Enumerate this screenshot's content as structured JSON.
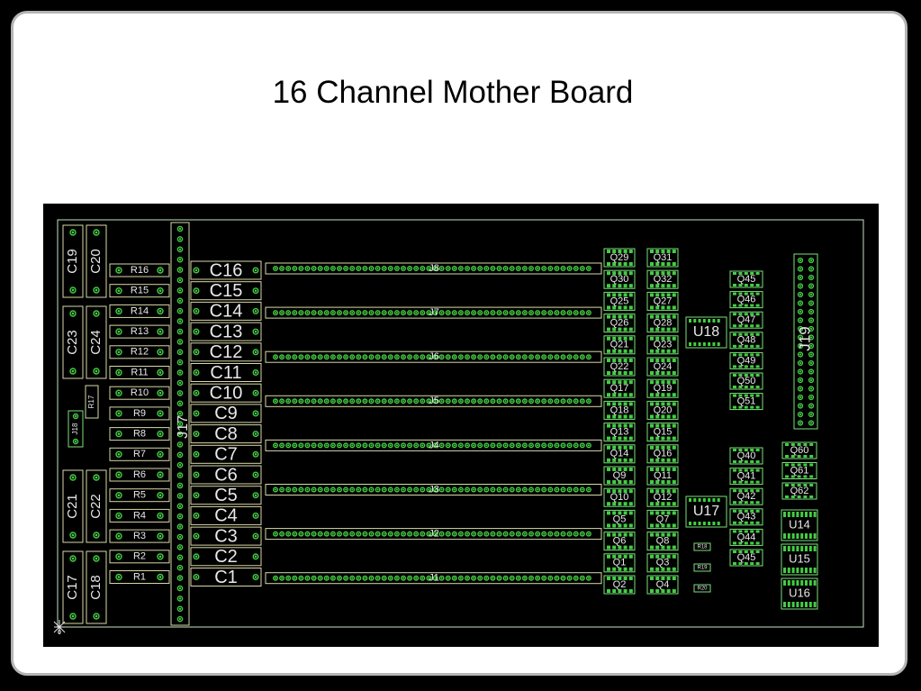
{
  "slide": {
    "title": "16 Channel Mother Board"
  },
  "colors": {
    "board": "#000000",
    "silkscreen": "#d8d8a8",
    "copper": "#7ce07c",
    "pad": "#44cc44",
    "outline": "#bfe6bf",
    "label": "#e8e8e8"
  },
  "board": {
    "big_caps_left": [
      "C19",
      "C20",
      "C23",
      "C24",
      "C21",
      "C22",
      "C17",
      "C18"
    ],
    "resistors": [
      "R16",
      "R15",
      "R14",
      "R13",
      "R12",
      "R11",
      "R10",
      "R9",
      "R8",
      "R7",
      "R6",
      "R5",
      "R4",
      "R3",
      "R2",
      "R1"
    ],
    "small_parts": [
      "R17",
      "J18"
    ],
    "main_connector": "J17",
    "channel_caps": [
      "C16",
      "C15",
      "C14",
      "C13",
      "C12",
      "C11",
      "C10",
      "C9",
      "C8",
      "C7",
      "C6",
      "C5",
      "C4",
      "C3",
      "C2",
      "C1"
    ],
    "edge_connectors": [
      "J8",
      "J7",
      "J6",
      "J5",
      "J4",
      "J3",
      "J2",
      "J1"
    ],
    "q_column_a": [
      "Q29",
      "Q30",
      "Q25",
      "Q26",
      "Q21",
      "Q22",
      "Q17",
      "Q18",
      "Q13",
      "Q14",
      "Q9",
      "Q10",
      "Q5",
      "Q6",
      "Q1",
      "Q2"
    ],
    "q_column_b": [
      "Q31",
      "Q32",
      "Q27",
      "Q28",
      "Q23",
      "Q24",
      "Q19",
      "Q20",
      "Q15",
      "Q16",
      "Q11",
      "Q12",
      "Q7",
      "Q8",
      "Q3",
      "Q4"
    ],
    "ic_top": "U18",
    "ic_bottom": "U17",
    "q_column_c_top": [
      "Q45",
      "Q46",
      "Q47",
      "Q48",
      "Q49",
      "Q50",
      "Q51"
    ],
    "q_column_c_bottom": [
      "Q40",
      "Q41",
      "Q42",
      "Q43",
      "Q44",
      "Q45"
    ],
    "right_connector": "J19",
    "q_column_d": [
      "Q60",
      "Q61",
      "Q62"
    ],
    "ics_right": [
      "U14",
      "U15",
      "U16"
    ],
    "small_chips": [
      "R18",
      "R19",
      "R20"
    ],
    "origin_mark": "0"
  }
}
